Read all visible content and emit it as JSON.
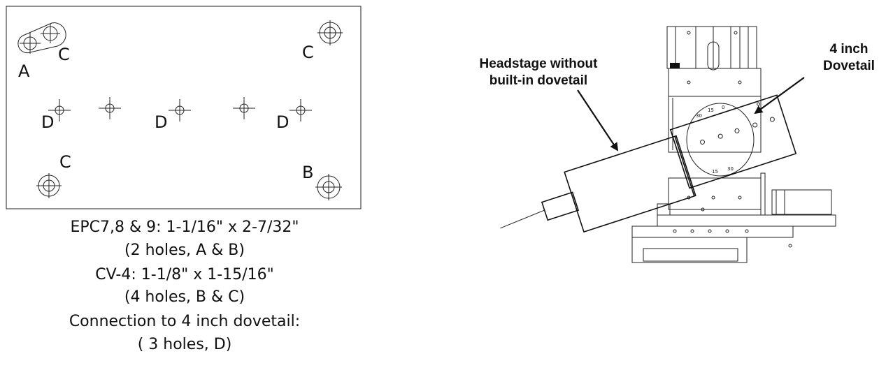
{
  "plate": {
    "hole_labels": {
      "a": "A",
      "c_top_left": "C",
      "c_top_right": "C",
      "c_bottom_left": "C",
      "b": "B",
      "d1": "D",
      "d2": "D",
      "d3": "D"
    }
  },
  "captions": {
    "line1": "EPC7,8 & 9:  1-1/16\" x 2-7/32\"",
    "line2": "(2 holes, A & B)",
    "line3": "CV-4: 1-1/8\" x 1-15/16\"",
    "line4": "(4 holes, B & C)",
    "line5": "Connection to 4 inch dovetail:",
    "line6": "( 3 holes, D)"
  },
  "callouts": {
    "headstage_line1": "Headstage without",
    "headstage_line2": "built-in dovetail",
    "dovetail_line1": "4 inch",
    "dovetail_line2": "Dovetail"
  },
  "stage_dial": [
    "30",
    "15",
    "0",
    "15",
    "30"
  ]
}
